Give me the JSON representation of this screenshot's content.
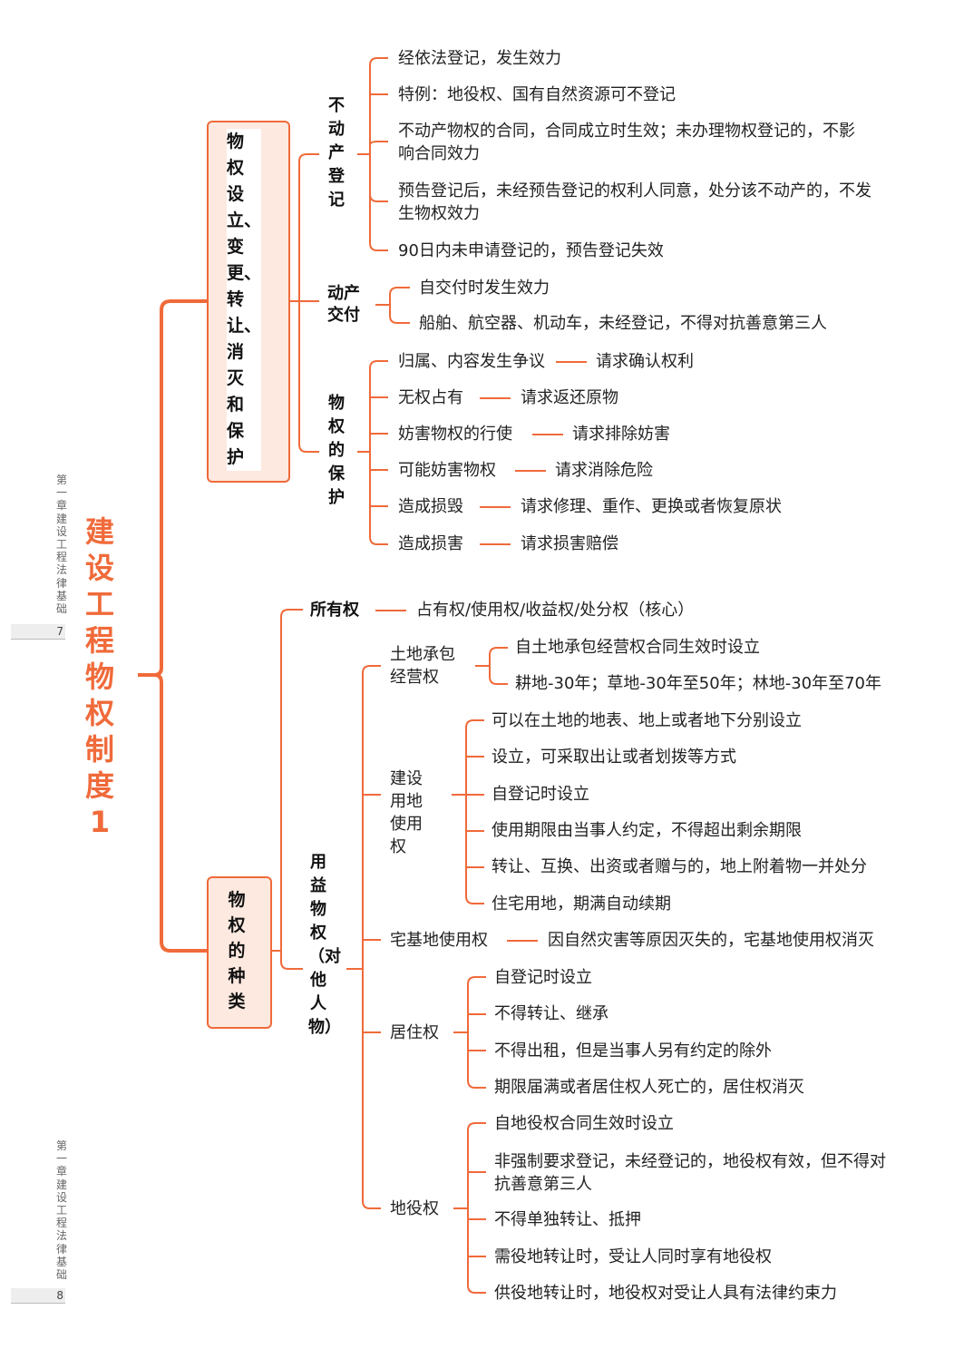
{
  "side_header": {
    "chapter_text": "第一章建设工程法律基础",
    "page_top": "7",
    "page_bottom": "8"
  },
  "colors": {
    "accent": "#f06a3a",
    "box_fill": "#fde9e0"
  },
  "root": {
    "title": "建设工程物权制度1"
  },
  "branch1": {
    "label": "物权设立、变更、转让、消灭和保护",
    "label_chars": [
      "物",
      "权",
      "设",
      "立、",
      "变",
      "更、",
      "转",
      "让、",
      "消",
      "灭",
      "和",
      "保",
      "护"
    ],
    "real_estate": {
      "label": "不动产登记",
      "items": [
        "经依法登记，发生效力",
        "特例：地役权、国有自然资源可不登记",
        "不动产物权的合同，合同成立时生效；未办理物权登记的，不影响合同效力",
        "预告登记后，未经预告登记的权利人同意，处分该不动产的，不发生物权效力",
        "90日内未申请登记的，预告登记失效"
      ]
    },
    "movable": {
      "label": "动产交付",
      "items": [
        "自交付时发生效力",
        "船舶、航空器、机动车，未经登记，不得对抗善意第三人"
      ]
    },
    "protection": {
      "label": "物权的保护",
      "items": [
        {
          "case": "归属、内容发生争议",
          "remedy": "请求确认权利"
        },
        {
          "case": "无权占有",
          "remedy": "请求返还原物"
        },
        {
          "case": "妨害物权的行使",
          "remedy": "请求排除妨害"
        },
        {
          "case": "可能妨害物权",
          "remedy": "请求消除危险"
        },
        {
          "case": "造成损毁",
          "remedy": "请求修理、重作、更换或者恢复原状"
        },
        {
          "case": "造成损害",
          "remedy": "请求损害赔偿"
        }
      ]
    }
  },
  "branch2": {
    "label": "物权的种类",
    "ownership": {
      "label": "所有权",
      "detail": "占有权/使用权/收益权/处分权（核心）"
    },
    "usufruct": {
      "label": "用益物权（对他人物）",
      "land_contract": {
        "label": "土地承包经营权",
        "items": [
          "自土地承包经营权合同生效时设立",
          "耕地-30年；草地-30年至50年；林地-30年至70年"
        ]
      },
      "construction_land": {
        "label": "建设用地使用权",
        "items": [
          "可以在土地的地表、地上或者地下分别设立",
          "设立，可采取出让或者划拨等方式",
          "自登记时设立",
          "使用期限由当事人约定，不得超出剩余期限",
          "转让、互换、出资或者赠与的，地上附着物一并处分",
          "住宅用地，期满自动续期"
        ]
      },
      "homestead": {
        "label": "宅基地使用权",
        "detail": "因自然灾害等原因灭失的，宅基地使用权消灭"
      },
      "residence": {
        "label": "居住权",
        "items": [
          "自登记时设立",
          "不得转让、继承",
          "不得出租，但是当事人另有约定的除外",
          "期限届满或者居住权人死亡的，居住权消灭"
        ]
      },
      "easement": {
        "label": "地役权",
        "items": [
          "自地役权合同生效时设立",
          "非强制要求登记，未经登记的，地役权有效，但不得对抗善意第三人",
          "不得单独转让、抵押",
          "需役地转让时，受让人同时享有地役权",
          "供役地转让时，地役权对受让人具有法律约束力"
        ]
      }
    }
  }
}
